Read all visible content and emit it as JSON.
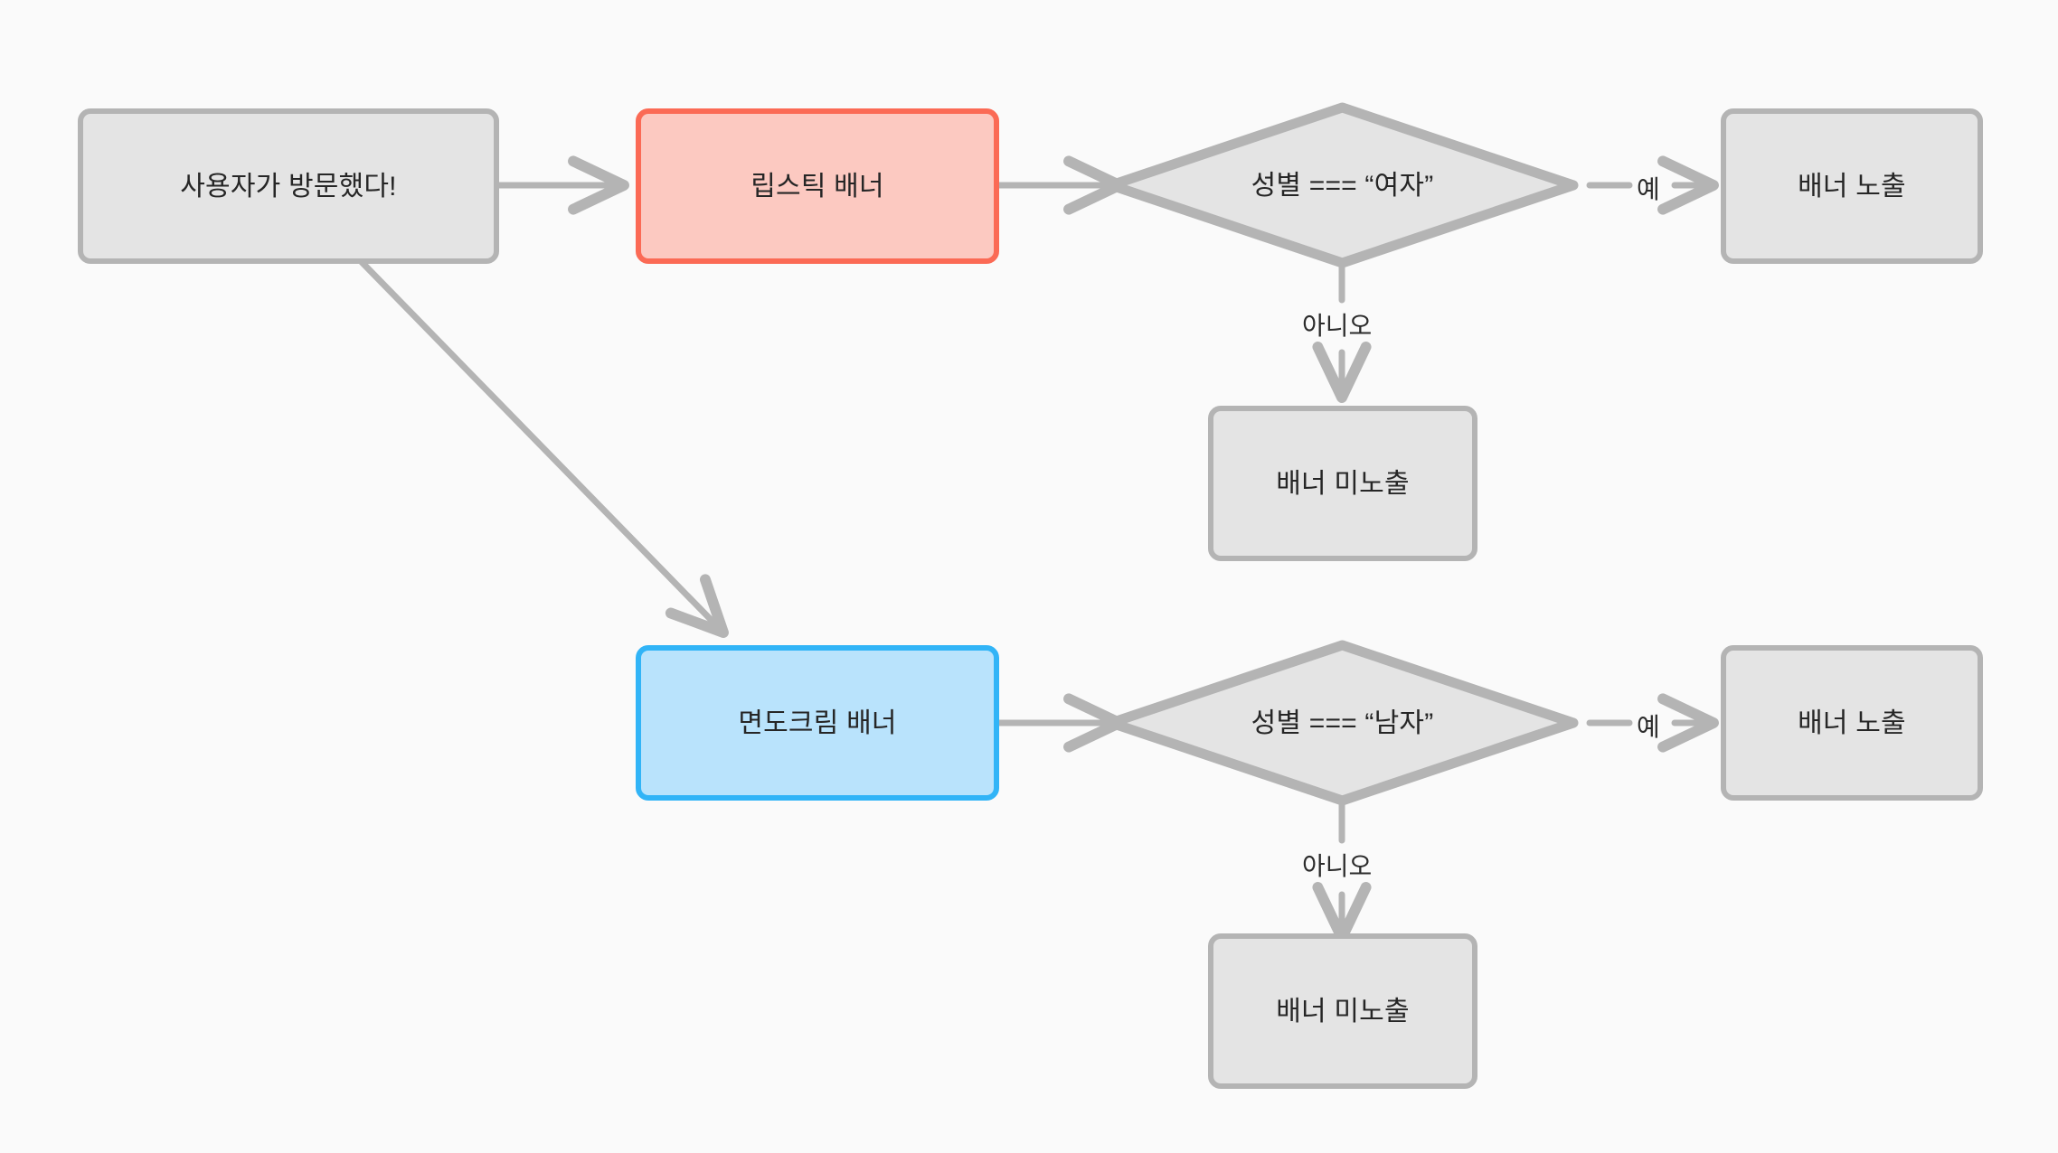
{
  "diagram": {
    "type": "flowchart",
    "background_color": "#fafafa",
    "palette": {
      "gray_fill": "#e4e4e4",
      "gray_stroke": "#b4b4b4",
      "red_fill": "#fcc9c1",
      "red_stroke": "#fb6a55",
      "blue_fill": "#b9e3fc",
      "blue_stroke": "#31b4f7",
      "edge_stroke": "#b4b4b4",
      "text_color": "#262626"
    },
    "nodes": [
      {
        "id": "start",
        "label": "사용자가 방문했다!",
        "shape": "rounded-rect",
        "style": "gray"
      },
      {
        "id": "lipstick",
        "label": "립스틱 배너",
        "shape": "rounded-rect",
        "style": "red"
      },
      {
        "id": "cond_female",
        "label": "성별 === “여자”",
        "shape": "diamond",
        "style": "gray"
      },
      {
        "id": "show_female",
        "label": "배너 노출",
        "shape": "rounded-rect",
        "style": "gray"
      },
      {
        "id": "hide_female",
        "label": "배너 미노출",
        "shape": "rounded-rect",
        "style": "gray"
      },
      {
        "id": "shaving",
        "label": "면도크림 배너",
        "shape": "rounded-rect",
        "style": "blue"
      },
      {
        "id": "cond_male",
        "label": "성별 === “남자”",
        "shape": "diamond",
        "style": "gray"
      },
      {
        "id": "show_male",
        "label": "배너 노출",
        "shape": "rounded-rect",
        "style": "gray"
      },
      {
        "id": "hide_male",
        "label": "배너 미노출",
        "shape": "rounded-rect",
        "style": "gray"
      }
    ],
    "edges": [
      {
        "id": "e1",
        "from": "start",
        "to": "lipstick",
        "label": ""
      },
      {
        "id": "e2",
        "from": "start",
        "to": "shaving",
        "label": ""
      },
      {
        "id": "e3",
        "from": "lipstick",
        "to": "cond_female",
        "label": ""
      },
      {
        "id": "e4",
        "from": "cond_female",
        "to": "show_female",
        "label": "예"
      },
      {
        "id": "e5",
        "from": "cond_female",
        "to": "hide_female",
        "label": "아니오"
      },
      {
        "id": "e6",
        "from": "shaving",
        "to": "cond_male",
        "label": ""
      },
      {
        "id": "e7",
        "from": "cond_male",
        "to": "show_male",
        "label": "예"
      },
      {
        "id": "e8",
        "from": "cond_male",
        "to": "hide_male",
        "label": "아니오"
      }
    ],
    "edge_labels": {
      "yes_top": "예",
      "no_top": "아니오",
      "yes_bottom": "예",
      "no_bottom": "아니오"
    }
  }
}
